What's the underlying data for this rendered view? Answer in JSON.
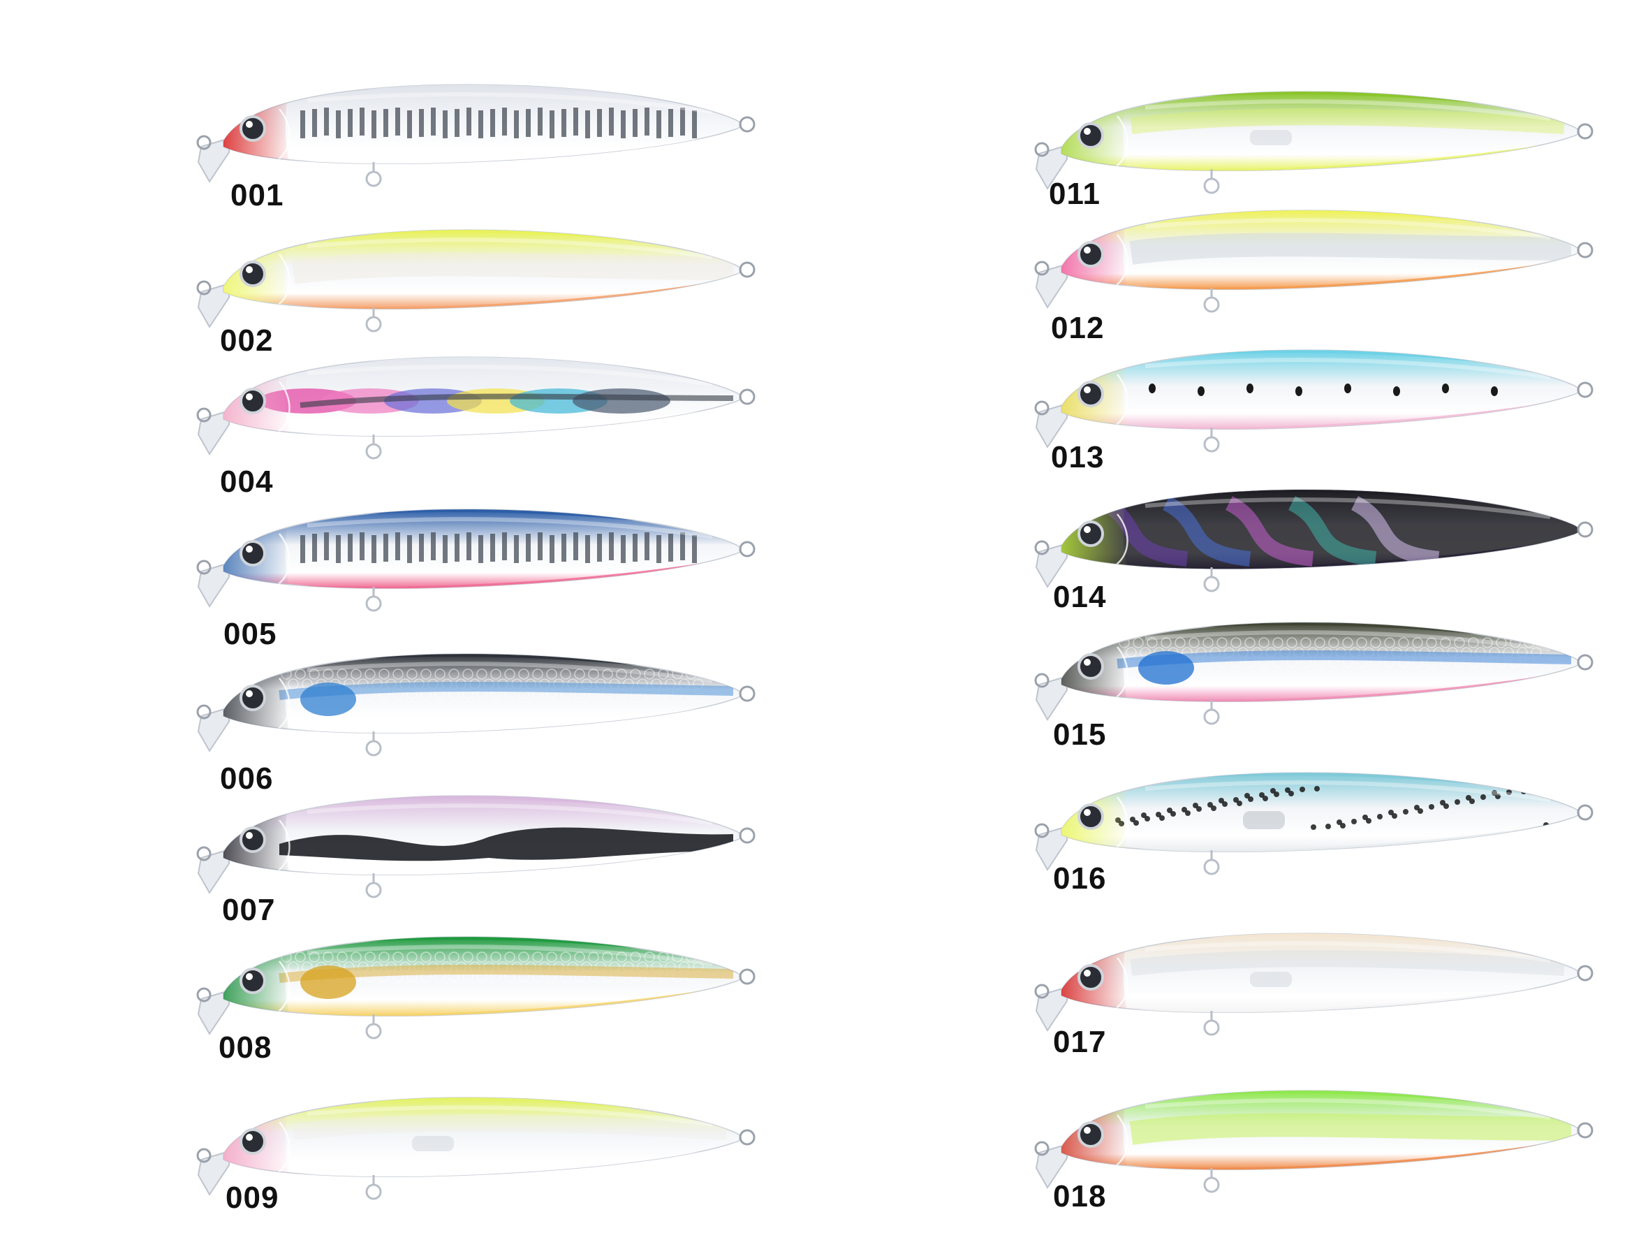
{
  "catalog": {
    "left_column": [
      {
        "code": "001",
        "head": "#d81c1c",
        "back": "#dfe3ea",
        "belly": "#ffffff",
        "accent": "#9aa4b6",
        "pattern": "bars"
      },
      {
        "code": "002",
        "head": "#ecf562",
        "back": "#e8f25a",
        "belly": "#f4a06a",
        "accent": "#f0ede4",
        "pattern": "plain"
      },
      {
        "code": "004",
        "head": "#f2a7c4",
        "back": "#e4e8ee",
        "belly": "#ffffff",
        "accent": "#3fb6d6",
        "pattern": "rainbow"
      },
      {
        "code": "005",
        "head": "#3d6fb1",
        "back": "#2c5ea8",
        "belly": "#f06a93",
        "accent": "#a9b4c6",
        "pattern": "bars"
      },
      {
        "code": "006",
        "head": "#3a3f45",
        "back": "#2d3238",
        "belly": "#ffffff",
        "accent": "#2f7fd0",
        "pattern": "scales"
      },
      {
        "code": "007",
        "head": "#2b2b33",
        "back": "#d9b8dd",
        "belly": "#ffffff",
        "accent": "#111319",
        "pattern": "flash"
      },
      {
        "code": "008",
        "head": "#1c8f3c",
        "back": "#1f9a3e",
        "belly": "#f6d36a",
        "accent": "#d7a21d",
        "pattern": "scales"
      },
      {
        "code": "009",
        "head": "#f2a0c0",
        "back": "#e3f266",
        "belly": "#ffffff",
        "accent": "#f0efe8",
        "pattern": "clear"
      }
    ],
    "right_column": [
      {
        "code": "011",
        "head": "#a6d63a",
        "back": "#8ac52a",
        "belly": "#e8f36a",
        "accent": "#d9ef6c",
        "pattern": "clear"
      },
      {
        "code": "012",
        "head": "#f05b9a",
        "back": "#eef25e",
        "belly": "#f59a4c",
        "accent": "#d2d8df",
        "pattern": "plain"
      },
      {
        "code": "013",
        "head": "#e7d94e",
        "back": "#6dd2e6",
        "belly": "#f2b8d3",
        "accent": "#1a1a1a",
        "pattern": "dots"
      },
      {
        "code": "014",
        "head": "#b9e23a",
        "back": "#1e1e24",
        "belly": "#5c3b8d",
        "accent": "#b99ae6",
        "pattern": "oilslick"
      },
      {
        "code": "015",
        "head": "#3c3f3a",
        "back": "#3f4534",
        "belly": "#f08db4",
        "accent": "#1e6fd0",
        "pattern": "scales"
      },
      {
        "code": "016",
        "head": "#e8f55a",
        "back": "#7fc9d8",
        "belly": "#e9ecef",
        "accent": "#1a1a1a",
        "pattern": "spots"
      },
      {
        "code": "017",
        "head": "#d41f1f",
        "back": "#f3e6d2",
        "belly": "#f4f4f4",
        "accent": "#dadde2",
        "pattern": "clear"
      },
      {
        "code": "018",
        "head": "#d23a2a",
        "back": "#8ee84c",
        "belly": "#f08a4a",
        "accent": "#c7f060",
        "pattern": "plain"
      }
    ]
  }
}
